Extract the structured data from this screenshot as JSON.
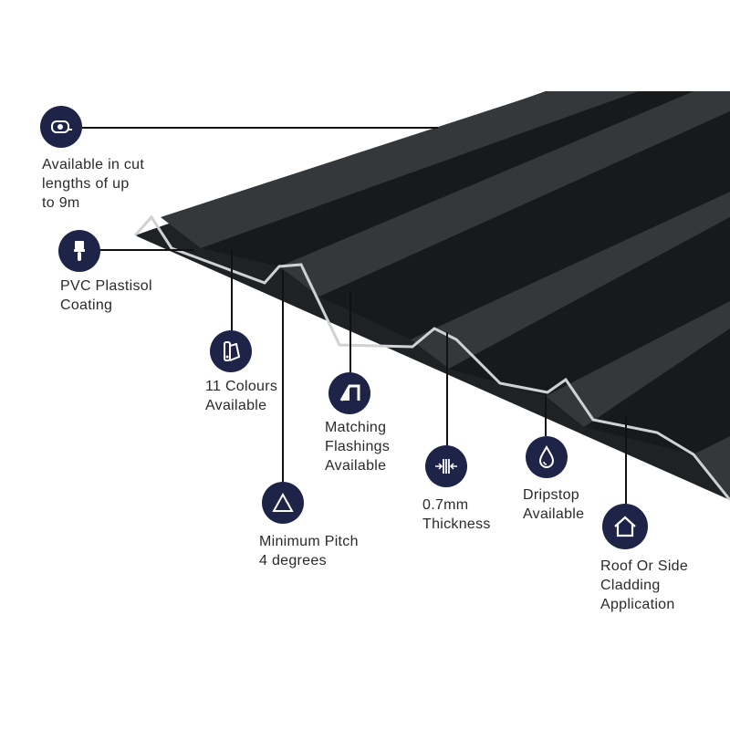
{
  "features": [
    {
      "name": "cut-lengths",
      "icon": "tape-measure-icon",
      "lines": [
        "Available in cut",
        "lengths of up",
        "to 9m"
      ]
    },
    {
      "name": "plastisol-coating",
      "icon": "paint-brush-icon",
      "lines": [
        "PVC Plastisol",
        "Coating"
      ]
    },
    {
      "name": "colours",
      "icon": "colour-swatch-icon",
      "lines": [
        "11 Colours",
        "Available"
      ]
    },
    {
      "name": "flashings",
      "icon": "flashing-icon",
      "lines": [
        "Matching",
        "Flashings",
        "Available"
      ]
    },
    {
      "name": "minimum-pitch",
      "icon": "pitch-angle-icon",
      "lines": [
        "Minimum Pitch",
        "4 degrees"
      ]
    },
    {
      "name": "thickness",
      "icon": "thickness-icon",
      "lines": [
        "0.7mm",
        "Thickness"
      ]
    },
    {
      "name": "dripstop",
      "icon": "water-drop-icon",
      "lines": [
        "Dripstop",
        "Available"
      ]
    },
    {
      "name": "cladding",
      "icon": "house-icon",
      "lines": [
        "Roof Or Side",
        "Cladding",
        "Application"
      ]
    }
  ],
  "colors": {
    "icon_bg": "#1d2448",
    "sheet_dark": "#1f2224",
    "sheet_light": "#3a3e41",
    "edge": "#cfd2d4"
  }
}
